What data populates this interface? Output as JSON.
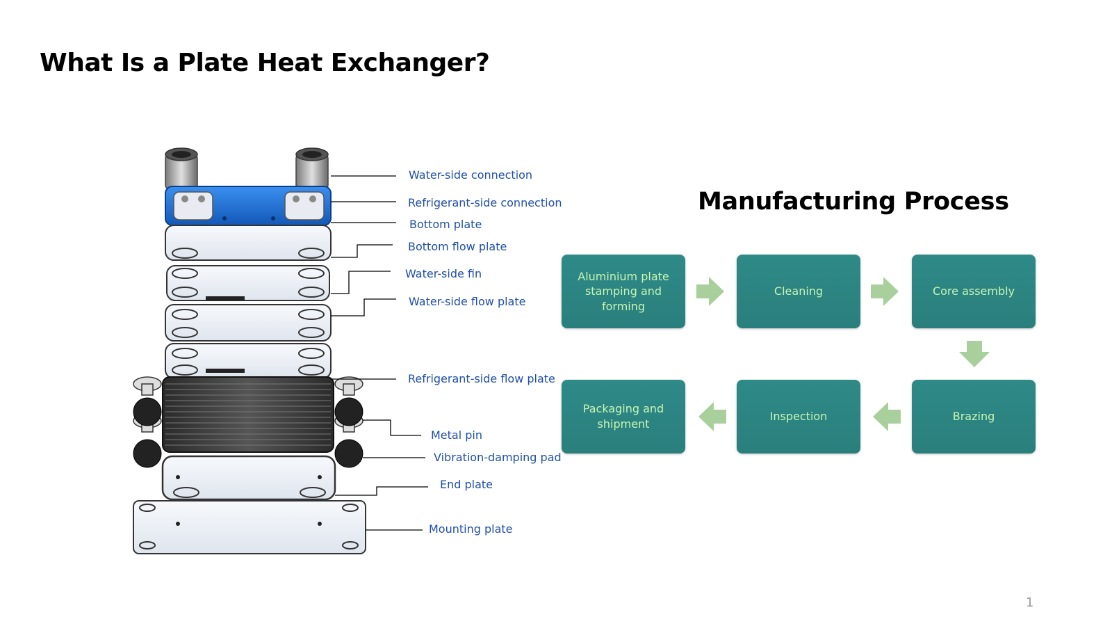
{
  "title": "What Is a Plate Heat Exchanger?",
  "diagram": {
    "callouts": [
      "Water-side connection",
      "Refrigerant-side connection",
      "Bottom plate",
      "Bottom flow plate",
      "Water-side fin",
      "Water-side flow plate",
      "Refrigerant-side flow plate",
      "Metal pin",
      "Vibration-damping pad",
      "End plate",
      "Mounting plate"
    ]
  },
  "process": {
    "title": "Manufacturing Process",
    "steps": [
      "Aluminium plate stamping and forming",
      "Cleaning",
      "Core assembly",
      "Brazing",
      "Inspection",
      "Packaging and shipment"
    ]
  },
  "page_number": "1",
  "colors": {
    "step_fill": "#2e8a87",
    "step_text": "#c8f5b4",
    "arrow": "#a9cf9c",
    "callout_text": "#1f4fa8",
    "plate_blue": "#1e73d6"
  }
}
